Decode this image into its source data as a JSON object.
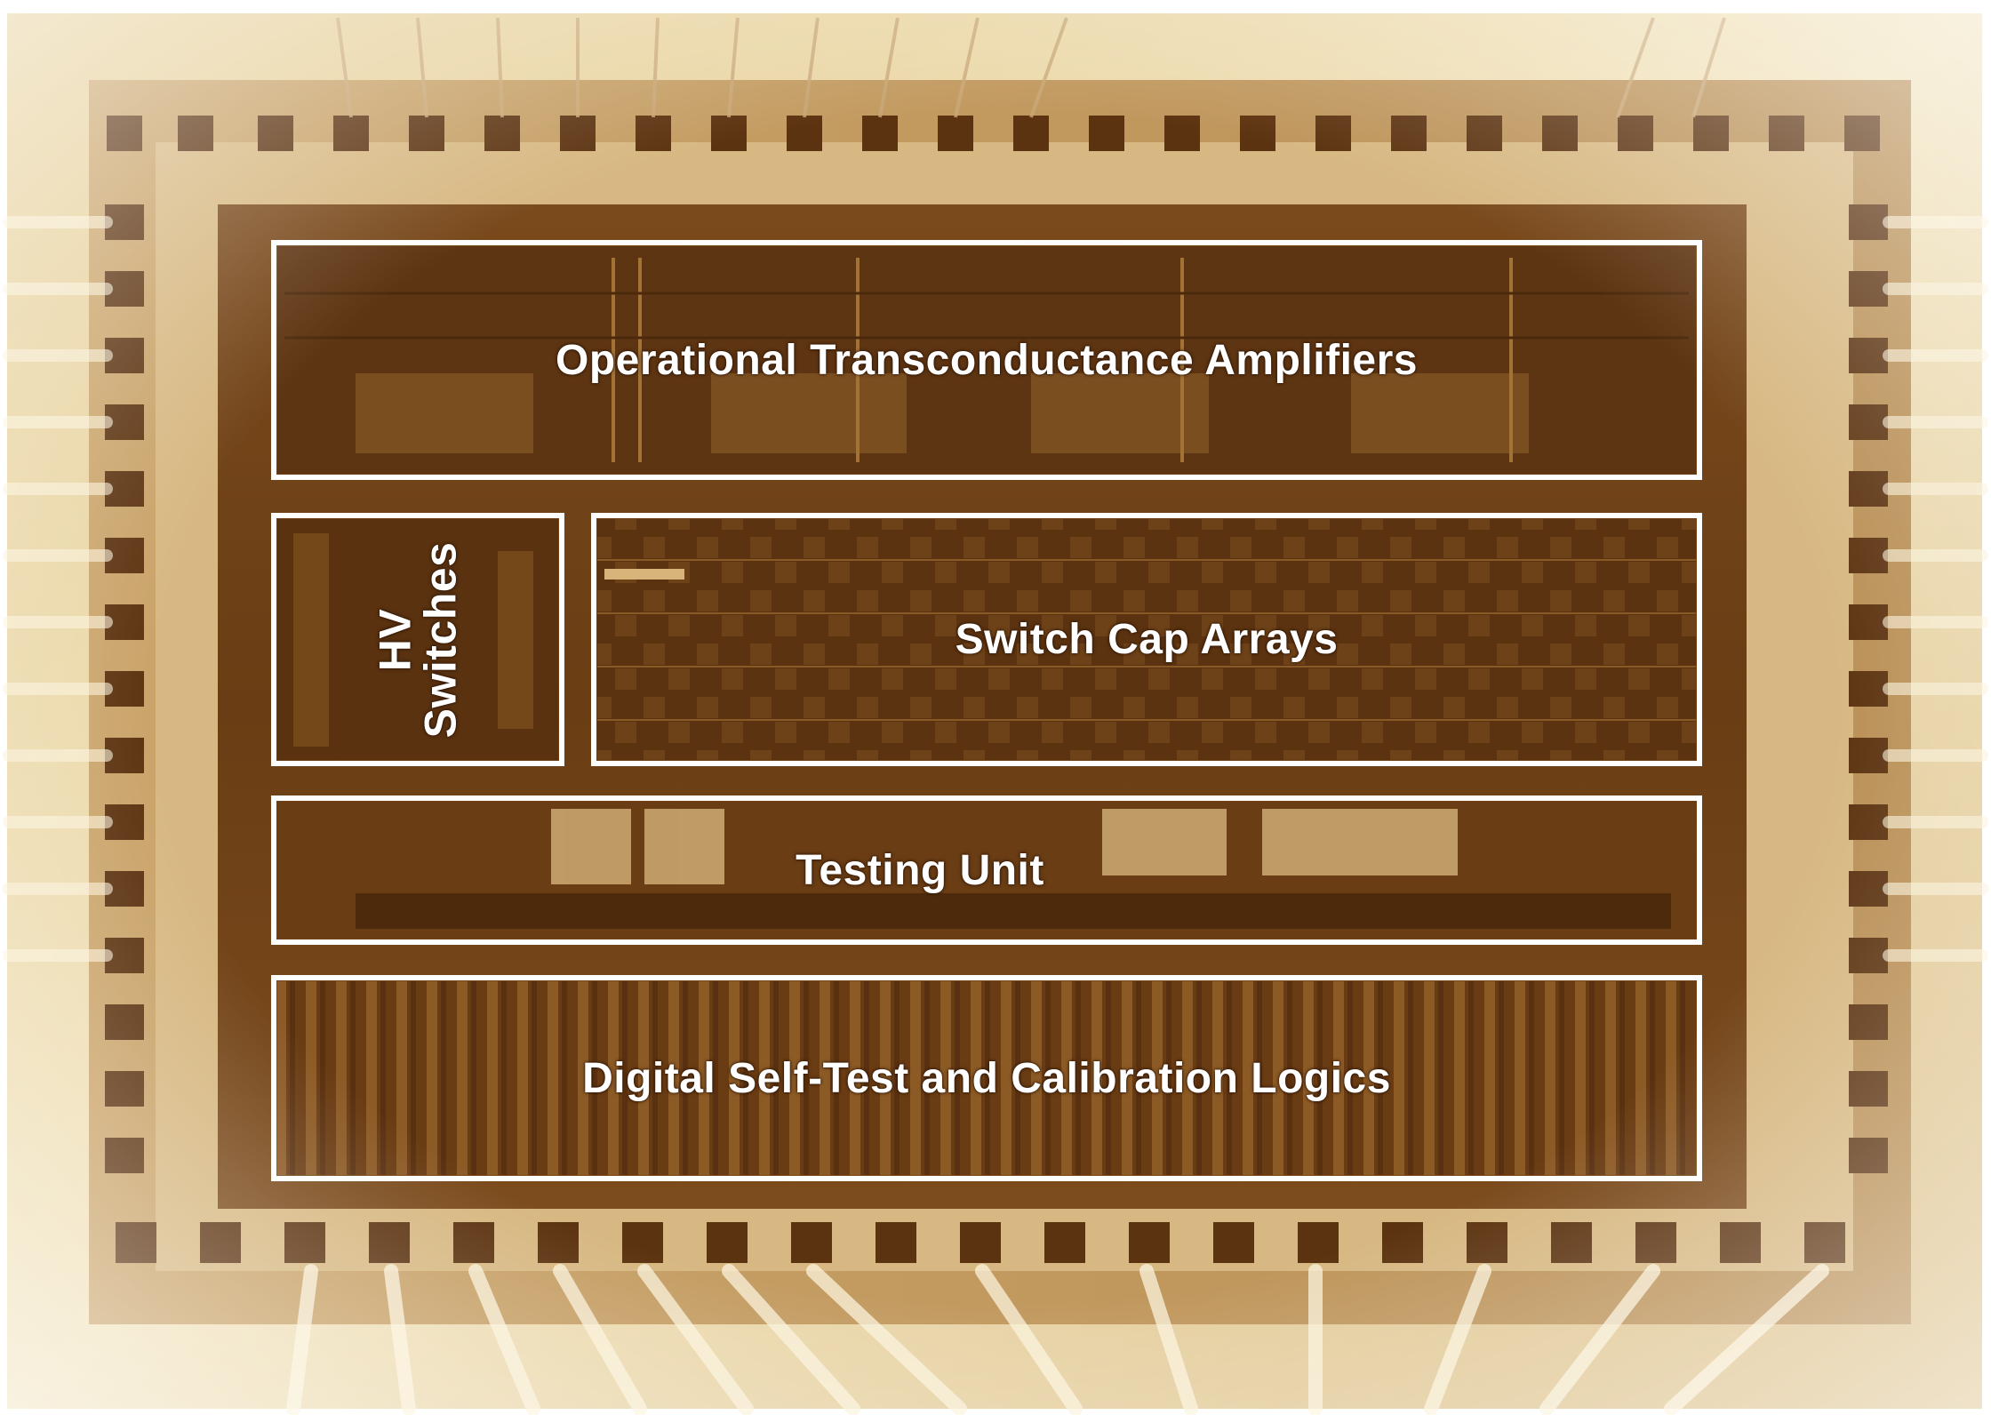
{
  "figure": {
    "subject": "die-photo",
    "annotation_color": "#ffffff",
    "die_color": "#6b3f14",
    "package_color": "#e9d7a8"
  },
  "blocks": {
    "ota": {
      "label": "Operational Transconductance Amplifiers"
    },
    "hv_switches": {
      "line1": "HV",
      "line2": "Switches"
    },
    "switch_cap": {
      "label": "Switch Cap Arrays"
    },
    "testing": {
      "label": "Testing Unit"
    },
    "digital": {
      "label": "Digital Self-Test and Calibration Logics"
    }
  }
}
